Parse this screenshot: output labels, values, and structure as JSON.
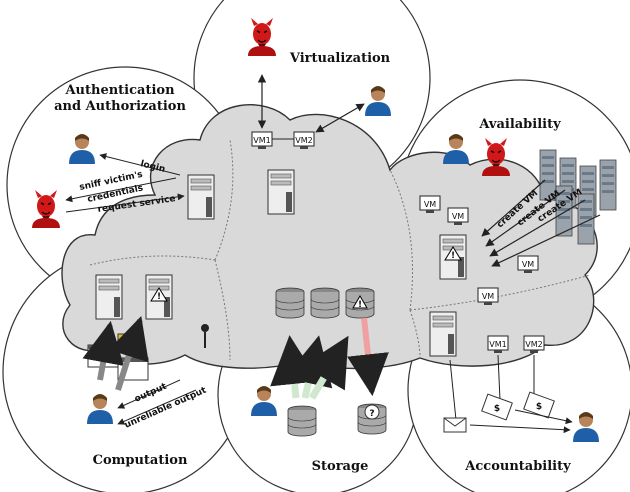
{
  "sections": {
    "virtualization": "Virtualization",
    "auth": [
      "Authentication",
      "and Authorization"
    ],
    "availability": "Availability",
    "computation": "Computation",
    "storage": "Storage",
    "accountability": "Accountability"
  },
  "arrow_labels": {
    "login": "login",
    "sniff": "sniff victim's",
    "credentials": "credentials",
    "request": "request service",
    "output": "output",
    "unreliable": "unreliable output",
    "create_vm": "create VM"
  },
  "vm_labels": {
    "vm1": "VM1",
    "vm2": "VM2",
    "vm": "VM"
  },
  "symbols": {
    "warning": "!",
    "question": "?",
    "dollar": "$"
  },
  "colors": {
    "cloud_fill": "#d9d9d9",
    "devil_red": "#d01818",
    "person_blue": "#1f5fa8",
    "storage_arrow": "#cfe8cf",
    "red_arrow": "#f0a0a0"
  }
}
